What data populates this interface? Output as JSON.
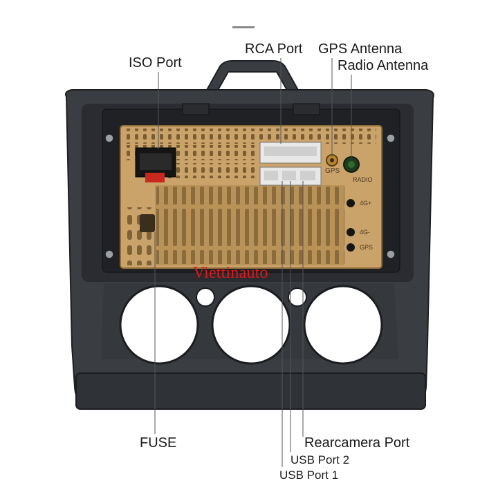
{
  "labels": {
    "iso_port": "ISO Port",
    "rca_port": "RCA Port",
    "gps_antenna": "GPS Antenna",
    "radio_antenna": "Radio Antenna",
    "fuse": "FUSE",
    "rearcamera_port": "Rearcamera Port",
    "usb_port_2": "USB Port 2",
    "usb_port_1": "USB Port 1"
  },
  "panel_text": {
    "gps": "GPS",
    "radio": "RADIO",
    "jack_4g_plus": "4G+",
    "jack_4g_minus": "4G-",
    "jack_gps": "GPS"
  },
  "watermark": "Viettinauto",
  "colors": {
    "frame": "#3a3d42",
    "frame_dark": "#23252a",
    "unit_body": "#c9a36a",
    "unit_dark": "#9c7a48",
    "watermark": "#e01818",
    "leader_line": "#555555"
  }
}
